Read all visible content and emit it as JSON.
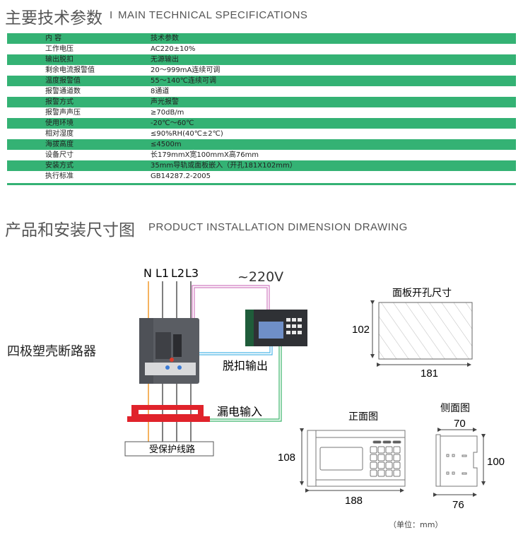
{
  "header": {
    "title_cn": "主要技术参数",
    "separator": "I",
    "title_en": "MAIN TECHNICAL SPECIFICATIONS"
  },
  "spec_table": {
    "columns": [
      "内 容",
      "技术参数"
    ],
    "rows": [
      {
        "item": "工作电压",
        "value": "AC220±10%"
      },
      {
        "item": "输出脱扣",
        "value": "无源输出"
      },
      {
        "item": "剩余电流报警值",
        "value": "20～999mA连续可调"
      },
      {
        "item": "温度报警值",
        "value": "55～140℃连续可调"
      },
      {
        "item": "报警通道数",
        "value": "8通道"
      },
      {
        "item": "报警方式",
        "value": "声光报警"
      },
      {
        "item": "报警声声压",
        "value": "≥70dB/m"
      },
      {
        "item": "使用环境",
        "value": "-20℃～60℃"
      },
      {
        "item": "相对湿度",
        "value": "≤90%RH(40℃±2℃)"
      },
      {
        "item": "海拔高度",
        "value": "≤4500m"
      },
      {
        "item": "设备尺寸",
        "value": "长179mmX宽100mmX高76mm"
      },
      {
        "item": "安装方式",
        "value": "35mm导轨或面板嵌入（开孔181X102mm）"
      },
      {
        "item": "执行标准",
        "value": "GB14287.2-2005"
      }
    ]
  },
  "section2": {
    "title_cn": "产品和安装尺寸图",
    "title_en": "PRODUCT INSTALLATION DIMENSION DRAWING"
  },
  "wiring": {
    "phases": [
      "N",
      "L1",
      "L2",
      "L3"
    ],
    "voltage": "~220V",
    "breaker_label": "四极塑壳断路器",
    "trip_output": "脱扣输出",
    "leakage_input": "漏电输入",
    "protected_line": "受保护线路"
  },
  "dimensions": {
    "cutout": {
      "title": "面板开孔尺寸",
      "height": "102",
      "width": "181"
    },
    "front": {
      "title": "正面图",
      "height": "108",
      "width": "188"
    },
    "side": {
      "title": "侧面图",
      "top": "70",
      "height": "100",
      "bottom": "76"
    },
    "unit": "（单位：mm）"
  },
  "colors": {
    "green": "#34b274",
    "pink": "#d17cc0",
    "blue": "#4fb6e8",
    "orange": "#f39a2b",
    "red": "#e0232b",
    "wire_green": "#3bb36a"
  }
}
